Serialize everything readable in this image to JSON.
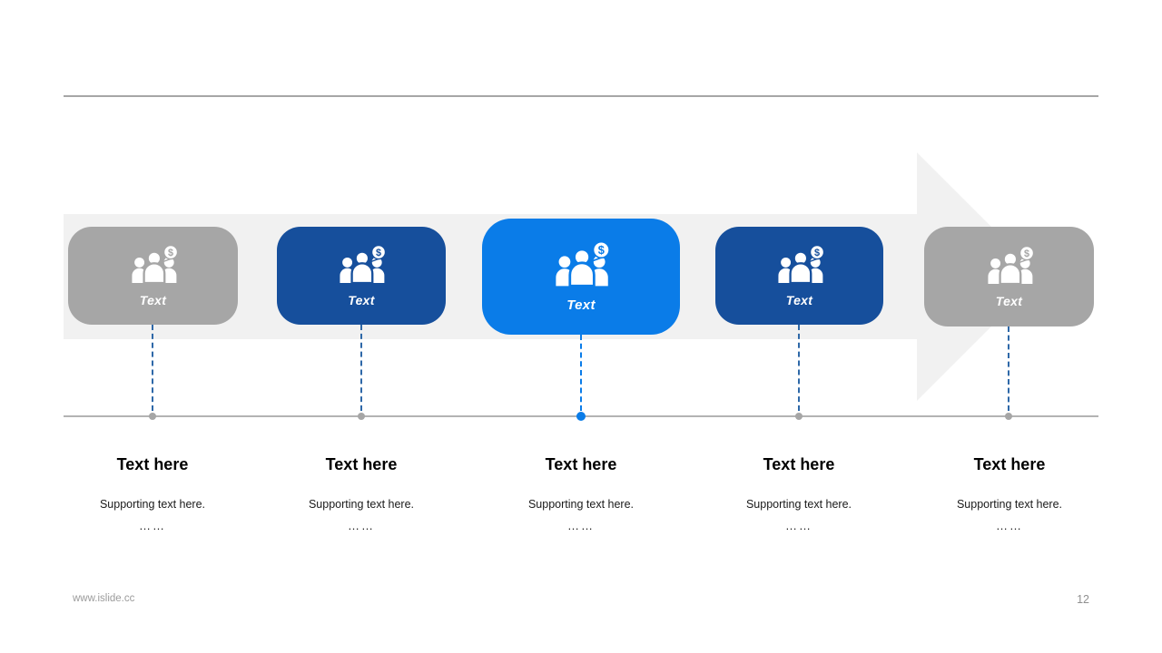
{
  "slide": {
    "footer_url": "www.islide.cc",
    "page_number": "12"
  },
  "steps": [
    {
      "card_label": "Text",
      "heading": "Text here",
      "supporting": "Supporting text here.",
      "more": "……",
      "style": "gray",
      "card_color": "#a6a6a6",
      "dot_color": "#a6a6a6",
      "emphasized": false
    },
    {
      "card_label": "Text",
      "heading": "Text here",
      "supporting": "Supporting text here.",
      "more": "……",
      "style": "navy",
      "card_color": "#164f9c",
      "dot_color": "#a6a6a6",
      "emphasized": false
    },
    {
      "card_label": "Text",
      "heading": "Text here",
      "supporting": "Supporting text here.",
      "more": "……",
      "style": "accent",
      "card_color": "#0a7ce8",
      "dot_color": "#0a7ce8",
      "emphasized": true
    },
    {
      "card_label": "Text",
      "heading": "Text here",
      "supporting": "Supporting text here.",
      "more": "……",
      "style": "navy",
      "card_color": "#164f9c",
      "dot_color": "#a6a6a6",
      "emphasized": false
    },
    {
      "card_label": "Text",
      "heading": "Text here",
      "supporting": "Supporting text here.",
      "more": "……",
      "style": "gray",
      "card_color": "#a6a6a6",
      "dot_color": "#a6a6a6",
      "emphasized": false
    }
  ],
  "icons": {
    "card_icon": "people-group-dollar-icon"
  },
  "colors": {
    "accent_blue": "#0a7ce8",
    "navy_blue": "#164f9c",
    "gray": "#a6a6a6",
    "arrow_band_gray": "#f1f1f1",
    "connector_blue": "#2e68a8",
    "rule_gray": "#b3b3b3"
  }
}
